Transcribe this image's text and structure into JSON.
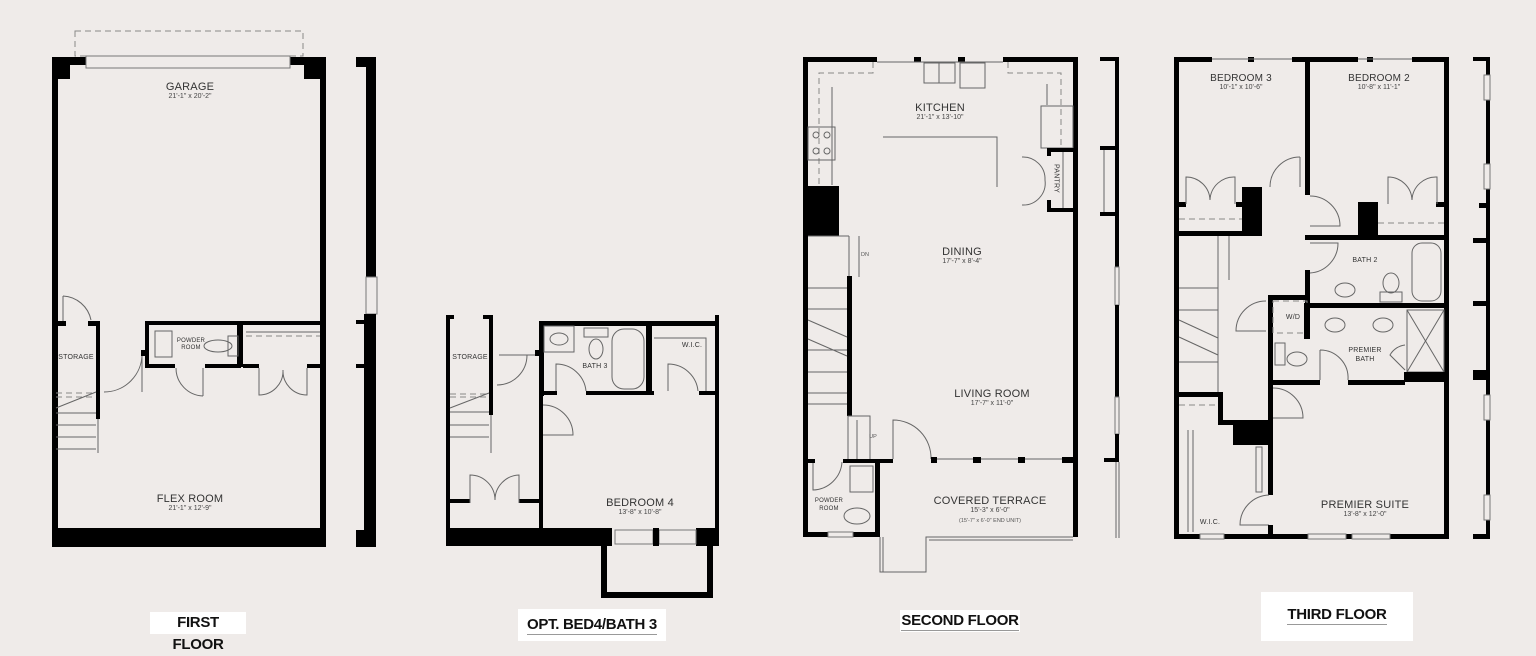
{
  "colors": {
    "background": "#efebe9",
    "wall": "#000000",
    "thin_line": "#777777",
    "caption_bg": "#ffffff"
  },
  "floors": [
    {
      "caption": "FIRST FLOOR",
      "rooms": [
        {
          "name": "GARAGE",
          "dims": "21'-1\" x 20'-2\""
        },
        {
          "name": "STORAGE"
        },
        {
          "name": "POWDER ROOM",
          "line1": "POWDER",
          "line2": "ROOM"
        },
        {
          "name": "FLEX ROOM",
          "dims": "21'-1\" x 12'-9\""
        }
      ]
    },
    {
      "caption": "OPT. BED4/BATH 3",
      "rooms": [
        {
          "name": "STORAGE"
        },
        {
          "name": "BATH 3"
        },
        {
          "name": "W.I.C."
        },
        {
          "name": "BEDROOM 4",
          "dims": "13'-8\" x 10'-8\""
        }
      ]
    },
    {
      "caption": "SECOND FLOOR",
      "rooms": [
        {
          "name": "KITCHEN",
          "dims": "21'-1\" x 13'-10\""
        },
        {
          "name": "PANTRY"
        },
        {
          "name": "DINING",
          "dims": "17'-7\" x 8'-4\""
        },
        {
          "name": "LIVING ROOM",
          "dims": "17'-7\" x 11'-0\""
        },
        {
          "name": "POWDER ROOM",
          "line1": "POWDER",
          "line2": "ROOM"
        },
        {
          "name": "COVERED TERRACE",
          "dims": "15'-3\" x 6'-0\"",
          "note": "(15'-7\" x 6'-0\" END UNIT)"
        }
      ],
      "stair_labels": {
        "down": "DN",
        "up": "UP"
      }
    },
    {
      "caption": "THIRD FLOOR",
      "rooms": [
        {
          "name": "BEDROOM 3",
          "dims": "10'-1\" x 10'-6\""
        },
        {
          "name": "BEDROOM 2",
          "dims": "10'-8\" x 11'-1\""
        },
        {
          "name": "BATH 2"
        },
        {
          "name": "W/D"
        },
        {
          "name": "PREMIER BATH",
          "line1": "PREMIER",
          "line2": "BATH"
        },
        {
          "name": "W.I.C."
        },
        {
          "name": "PREMIER SUITE",
          "dims": "13'-8\" x 12'-0\""
        }
      ]
    }
  ]
}
